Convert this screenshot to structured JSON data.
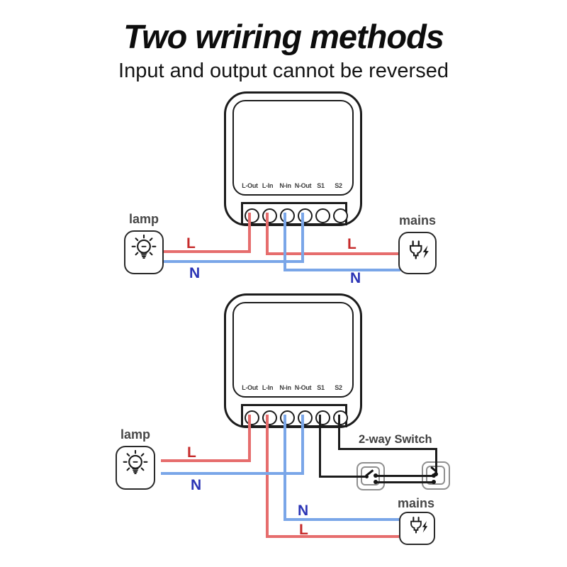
{
  "title": "Two wriring methods",
  "subtitle": "Input and output cannot be reversed",
  "device": {
    "terminal_labels": [
      "L-Out",
      "L-In",
      "N-in",
      "N-Out",
      "S1",
      "S2"
    ]
  },
  "labels": {
    "lamp": "lamp",
    "mains": "mains",
    "live": "L",
    "neutral": "N",
    "two_way_switch": "2-way Switch"
  },
  "colors": {
    "live_wire": "#e66d6d",
    "neutral_wire": "#7aa6e8",
    "switch_wire": "#1c1c1c",
    "live_label": "#c62b2b",
    "neutral_label": "#2b34b5",
    "device_outline": "#1c1c1c",
    "label_text": "#3d3d3d"
  },
  "icons": {
    "lamp": "bulb-icon",
    "mains": "plug-lightning-icon",
    "switch": "two-way-switch-icon"
  }
}
